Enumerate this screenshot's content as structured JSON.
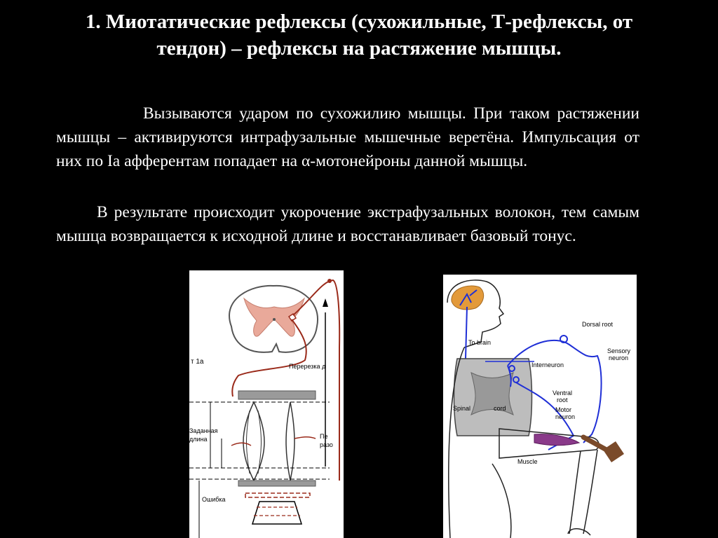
{
  "slide": {
    "title": "1. Миотатические рефлексы (сухожильные, Т-рефлексы, от тендон) – рефлексы на растяжение мышцы.",
    "paragraph1": "Вызываются ударом по сухожилию мышцы. При таком растяжении мышцы – активируются интрафузальные мышечные веретёна. Импульсация от них по Ia афферентам попадает на α-мотонейроны данной мышцы.",
    "paragraph2": "В результате происходит укорочение экстрафузальных волокон, тем самым мышца возвращается к исходной длине и восстанавливает базовый тонус."
  },
  "figure_left": {
    "label_1a": "т 1а",
    "label_cut": "Перерезка д",
    "label_length_line1": "Заданная",
    "label_length_line2": "длина",
    "label_pe": "Пе",
    "label_raz": "разо",
    "label_error": "Ошибка"
  },
  "figure_right": {
    "label_dorsal_root": "Dorsal root",
    "label_to_brain": "To brain",
    "label_sensory_line1": "Sensory",
    "label_sensory_line2": "neuron",
    "label_interneuron": "Interneuron",
    "label_ventral_line1": "Ventral",
    "label_ventral_line2": "root",
    "label_spinal": "Spinal",
    "label_cord": "cord",
    "label_motor_line1": "Motor",
    "label_motor_line2": "neuron",
    "label_muscle": "Muscle"
  },
  "colors": {
    "background": "#000000",
    "text": "#ffffff",
    "figure_bg": "#ffffff",
    "gray_matter_pink": "#e9a99a",
    "nerve_red": "#9a2a1a",
    "nerve_blue": "#1f2fd6",
    "brain_orange": "#e39a3a",
    "muscle_purple": "#8a3a8a",
    "hammer_brown": "#7a4a2a"
  }
}
